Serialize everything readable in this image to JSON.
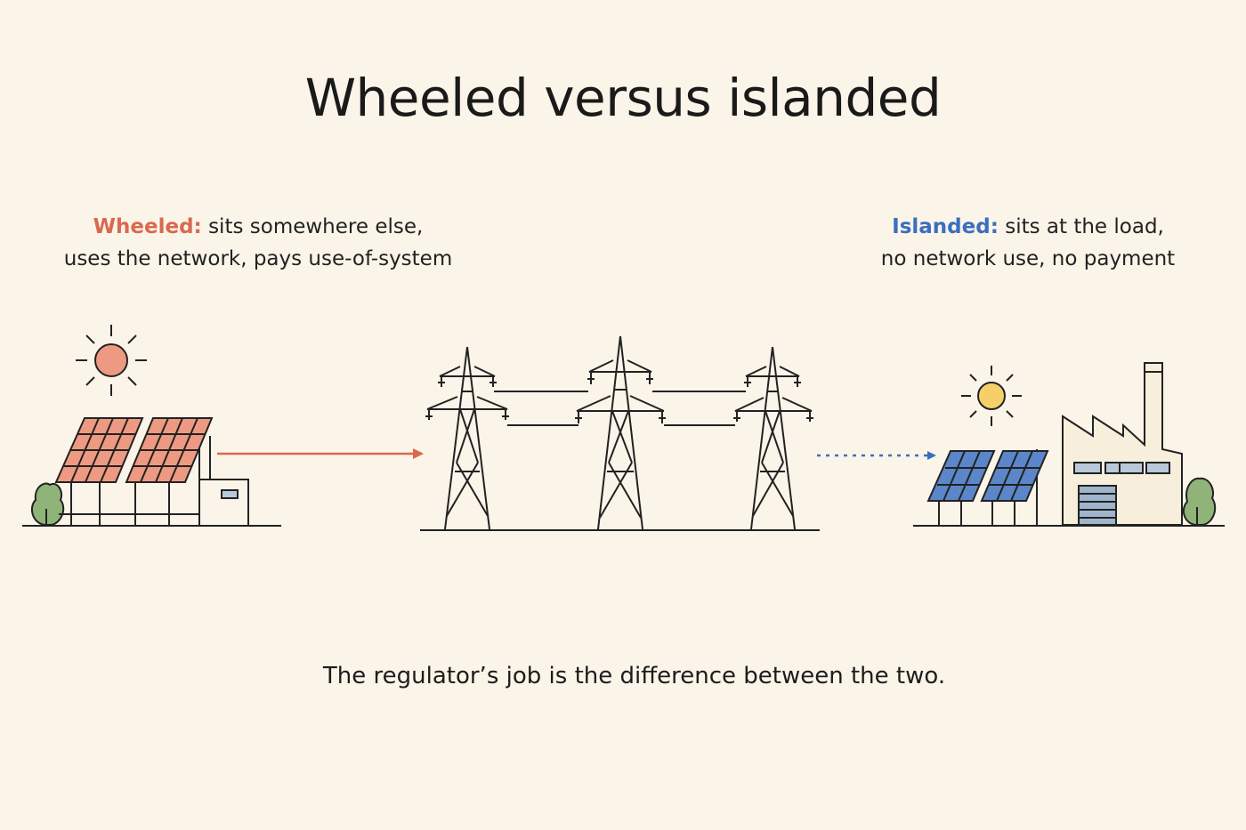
{
  "title": "Wheeled versus islanded",
  "wheeled": {
    "keyword": "Wheeled:",
    "line1": " sits somewhere else,",
    "line2": "uses the network, pays use-of-system",
    "color": "#d9694f"
  },
  "islanded": {
    "keyword": "Islanded:",
    "line1": " sits at the load,",
    "line2": "no network use, no payment",
    "color": "#3a6fc0"
  },
  "footer": "The regulator’s job is the difference between the two.",
  "icons": [
    "sun-icon",
    "solar-panel-icon",
    "transmission-tower-icon",
    "factory-icon",
    "tree-icon"
  ]
}
